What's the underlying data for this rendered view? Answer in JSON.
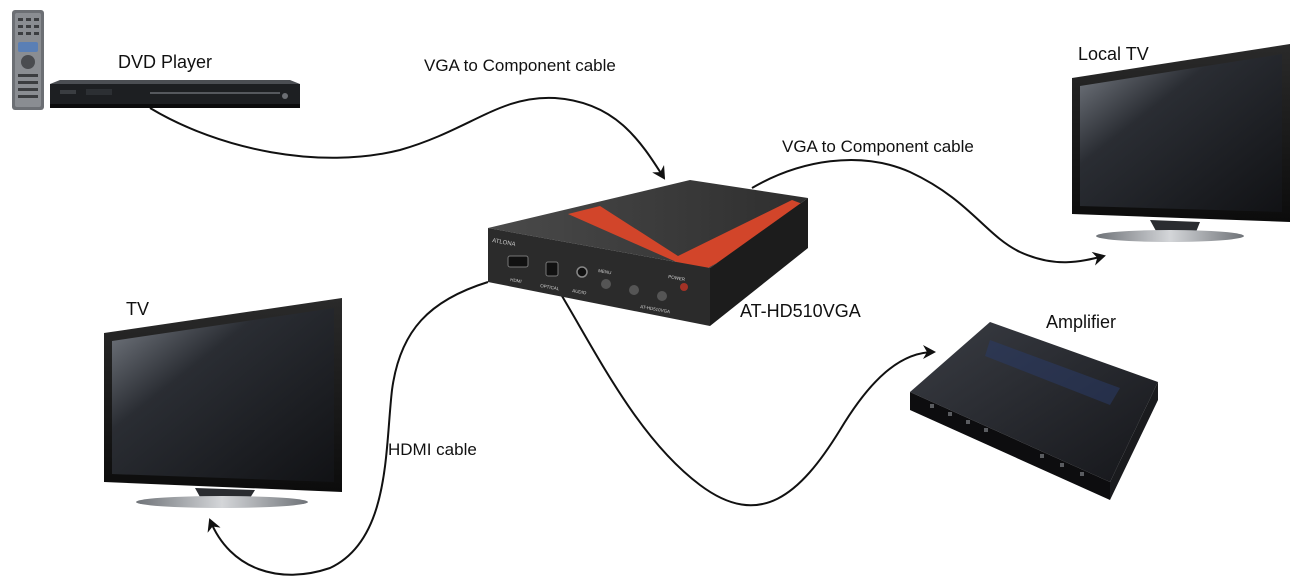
{
  "labels": {
    "dvd_player": "DVD Player",
    "cable_top": "VGA to Component cable",
    "cable_right": "VGA to Component cable",
    "local_tv": "Local TV",
    "tv": "TV",
    "device": "AT-HD510VGA",
    "amplifier": "Amplifier",
    "hdmi_cable": "HDMI cable"
  },
  "device_panel": {
    "brand": "ATLONA",
    "port_hdmi": "HDMI",
    "port_optical": "OPTICAL",
    "port_audio": "AUDIO",
    "btn_menu": "MENU",
    "power": "POWER",
    "model": "AT-HD510VGA"
  },
  "colors": {
    "cable": "#111111",
    "device_body": "#3a3a3a",
    "device_accent": "#d2452a",
    "screen": "#1b1d22",
    "screen_glare": "#6a6f78",
    "stand": "#9ea2a8"
  }
}
